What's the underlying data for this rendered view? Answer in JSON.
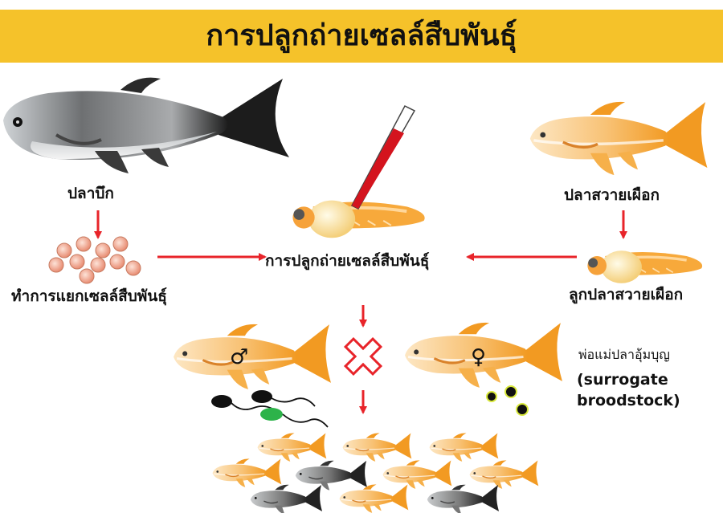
{
  "title": "การปลูกถ่ายเซลล์สืบพันธุ์",
  "labels": {
    "donor_fish": "ปลาบึก",
    "isolate_cells": "ทำการแยกเซลล์สืบพันธุ์",
    "transplant": "การปลูกถ่ายเซลล์สืบพันธุ์",
    "albino_fish": "ปลาสวายเผือก",
    "albino_larva": "ลูกปลาสวายเผือก",
    "surrogate_th": "พ่อแม่ปลาอุ้มบุญ",
    "surrogate_en_1": "(surrogate",
    "surrogate_en_2": "broodstock)"
  },
  "symbols": {
    "male": "♂",
    "female": "♀"
  },
  "colors": {
    "banner": "#f5c22a",
    "arrow": "#e8242a",
    "albino_body": "#f6b04a",
    "donor_body": "#6a6a6a",
    "egg": "#f0a48c",
    "cell_green": "#2db34a",
    "pipette": "#d4141e"
  }
}
